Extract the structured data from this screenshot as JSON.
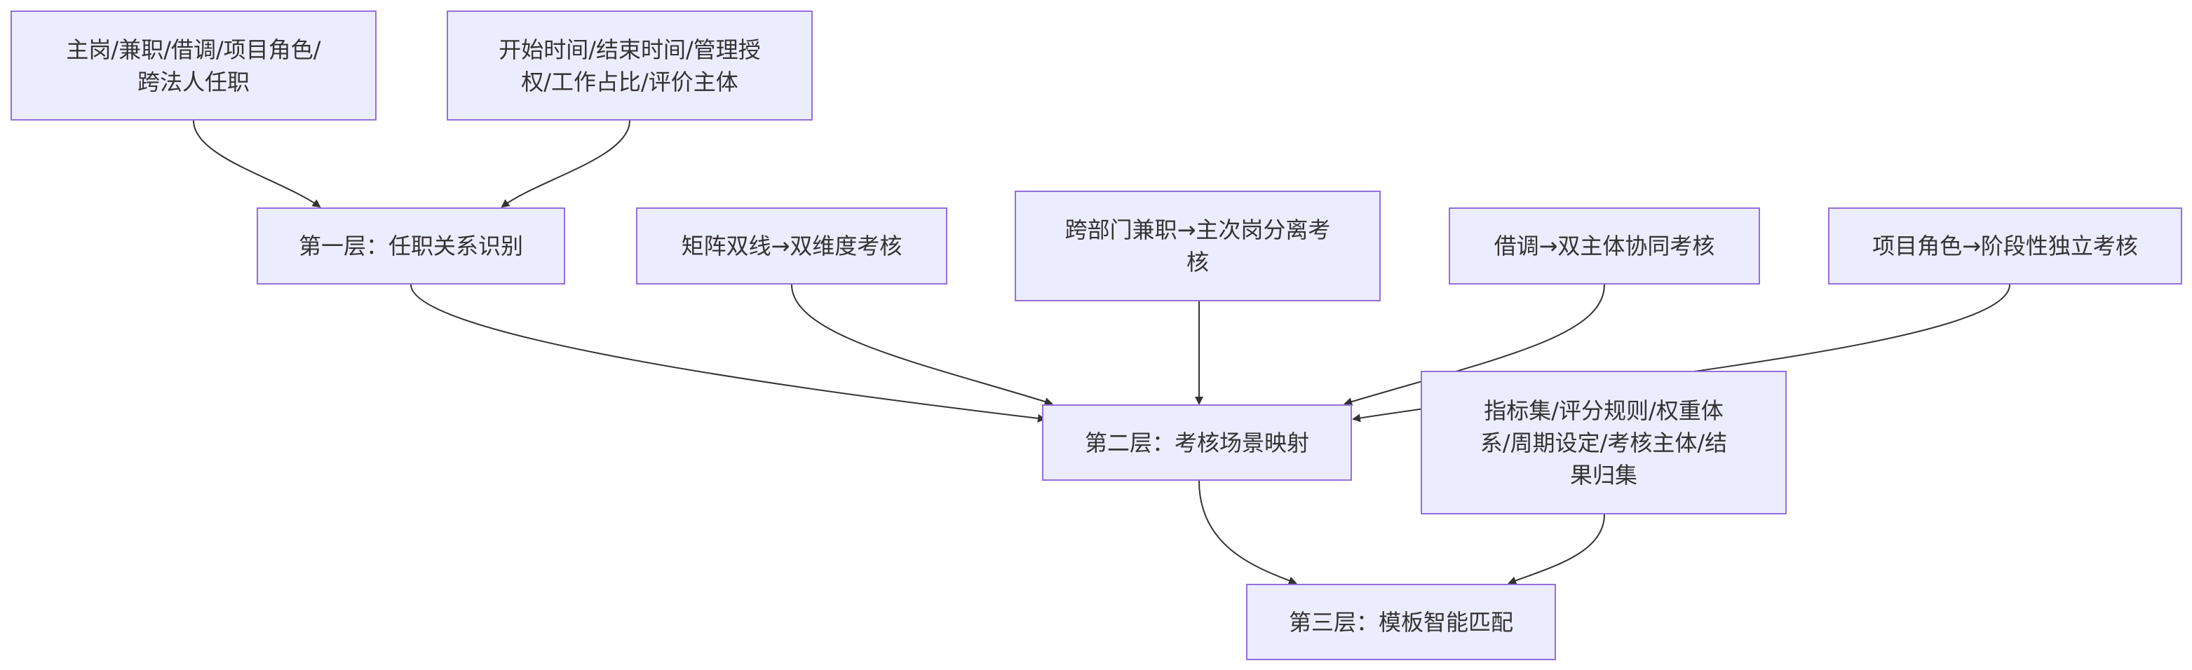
{
  "nodes": {
    "attrs": {
      "line1": "主岗/兼职/借调/项目角色/",
      "line2": "跨法人任职"
    },
    "time": {
      "line1": "开始时间/结束时间/管理授",
      "line2": "权/工作占比/评价主体"
    },
    "layer1": {
      "label": "第一层：任职关系识别"
    },
    "matrix": {
      "label": "矩阵双线→双维度考核"
    },
    "cross": {
      "line1": "跨部门兼职→主次岗分离考",
      "line2": "核"
    },
    "secondment": {
      "label": "借调→双主体协同考核"
    },
    "project": {
      "label": "项目角色→阶段性独立考核"
    },
    "layer2": {
      "label": "第二层：考核场景映射"
    },
    "indicators": {
      "line1": "指标集/评分规则/权重体",
      "line2": "系/周期设定/考核主体/结",
      "line3": "果归集"
    },
    "layer3": {
      "label": "第三层：模板智能匹配"
    }
  },
  "colors": {
    "node_fill": "#ececff",
    "node_border": "#9370db",
    "edge": "#333333",
    "text": "#333333"
  }
}
